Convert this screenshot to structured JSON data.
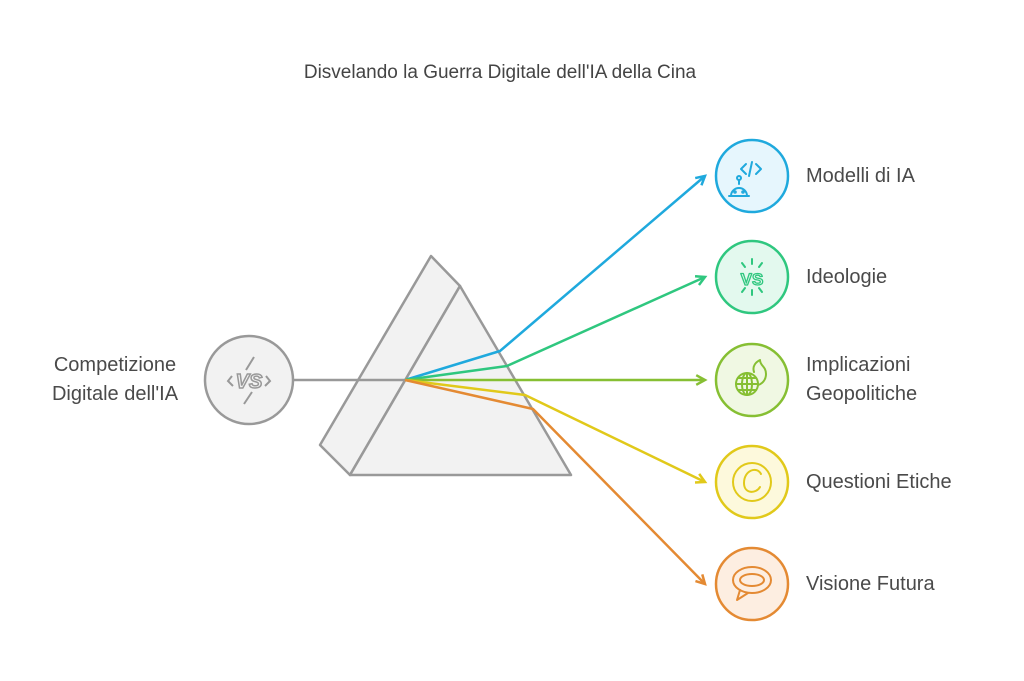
{
  "title": "Disvelando la Guerra Digitale dell'IA della Cina",
  "source": {
    "label_line1": "Competizione",
    "label_line2": "Digitale dell'IA",
    "icon": "vs-lightning-icon"
  },
  "outputs": [
    {
      "label_line1": "Modelli di IA",
      "label_line2": "",
      "icon": "robot-code-icon",
      "color": "#1fa9dd",
      "fill": "#e6f6fd"
    },
    {
      "label_line1": "Ideologie",
      "label_line2": "",
      "icon": "vs-icon",
      "color": "#2fc77f",
      "fill": "#e3f9ee"
    },
    {
      "label_line1": "Implicazioni",
      "label_line2": "Geopolitiche",
      "icon": "globe-fire-icon",
      "color": "#86bf33",
      "fill": "#f0f8e3"
    },
    {
      "label_line1": "Questioni Etiche",
      "label_line2": "",
      "icon": "copyright-icon",
      "color": "#e1c91a",
      "fill": "#fdf9dc"
    },
    {
      "label_line1": "Visione Futura",
      "label_line2": "",
      "icon": "speech-bubble-icon",
      "color": "#e48a33",
      "fill": "#fdeee1"
    }
  ]
}
